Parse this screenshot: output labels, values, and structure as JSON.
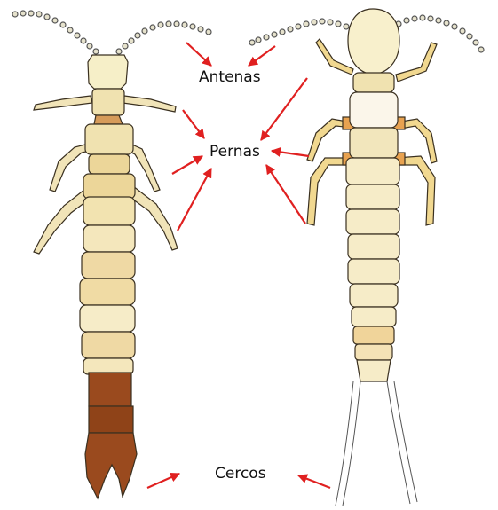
{
  "labels": {
    "antennae": "Antenas",
    "legs": "Pernas",
    "cerci": "Cercos"
  },
  "specimens": [
    {
      "kind": "japygid-dipluran",
      "cerci_shape": "forceps"
    },
    {
      "kind": "campodeid-dipluran",
      "cerci_shape": "long-segmented"
    }
  ],
  "colors": {
    "arrow": "#e02020",
    "body_pale": "#f4ecc4",
    "body_tan": "#ecd699",
    "body_orange": "#e8a250",
    "abdomen_brown": "#9a4a1e",
    "outline": "#3a3020"
  }
}
